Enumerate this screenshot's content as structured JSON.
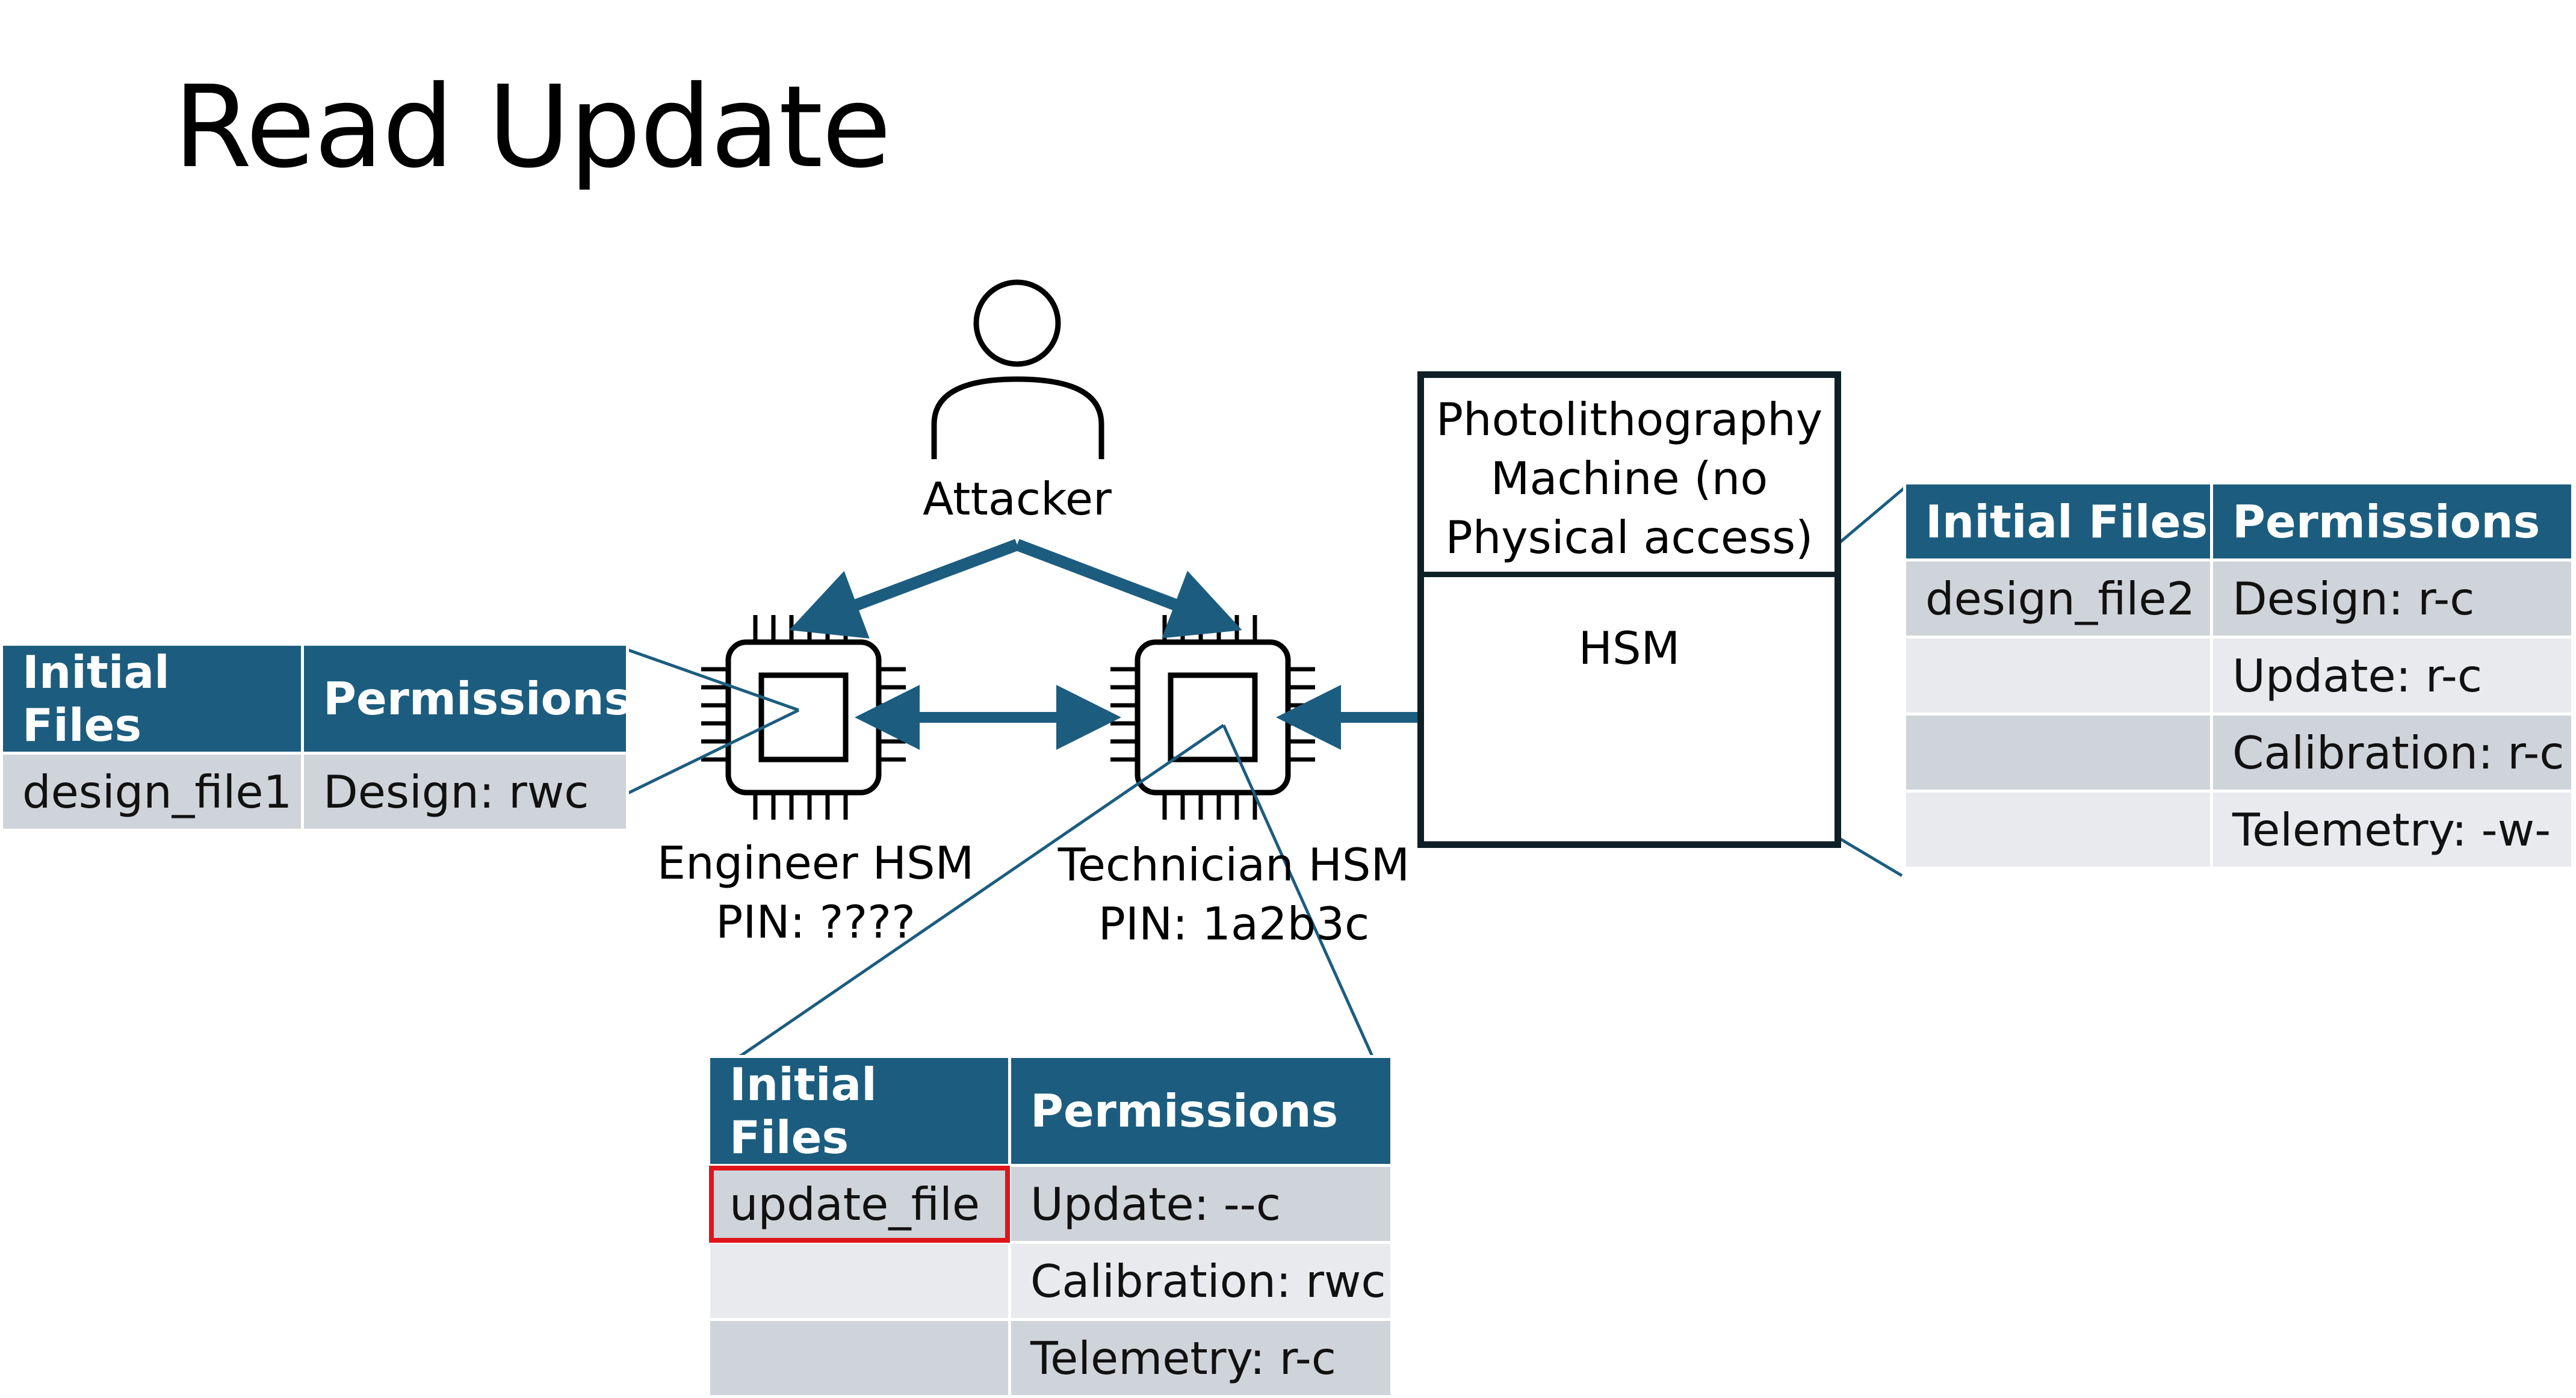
{
  "slide": {
    "title": "Read Update"
  },
  "colors": {
    "accent": "#1c5d7f",
    "header_bg": "#1c5d7f",
    "row_dark": "#cfd3da",
    "row_light": "#e8eaee",
    "highlight": "#e0141b"
  },
  "attacker": {
    "label": "Attacker",
    "icon": "person-icon"
  },
  "engineer_hsm": {
    "name": "Engineer HSM",
    "pin": "PIN: ????",
    "icon": "chip-icon"
  },
  "technician_hsm": {
    "name": "Technician HSM",
    "pin": "PIN: 1a2b3c",
    "icon": "chip-icon"
  },
  "machine": {
    "label_line1": "Photolithography",
    "label_line2": "Machine (no",
    "label_line3": "Physical access)",
    "hsm_label": "HSM",
    "icon": "chip-icon"
  },
  "tables": {
    "engineer": {
      "headers": [
        "Initial Files",
        "Permissions"
      ],
      "rows": [
        [
          "design_file1",
          "Design: rwc"
        ]
      ]
    },
    "technician": {
      "headers": [
        "Initial Files",
        "Permissions"
      ],
      "rows": [
        [
          "update_file",
          "Update: --c"
        ],
        [
          "",
          "Calibration: rwc"
        ],
        [
          "",
          "Telemetry: r-c"
        ]
      ],
      "highlighted_cell": "update_file"
    },
    "machine": {
      "headers": [
        "Initial Files",
        "Permissions"
      ],
      "rows": [
        [
          "design_file2",
          "Design: r-c"
        ],
        [
          "",
          "Update: r-c"
        ],
        [
          "",
          "Calibration: r-c"
        ],
        [
          "",
          "Telemetry: -w-"
        ]
      ]
    }
  }
}
